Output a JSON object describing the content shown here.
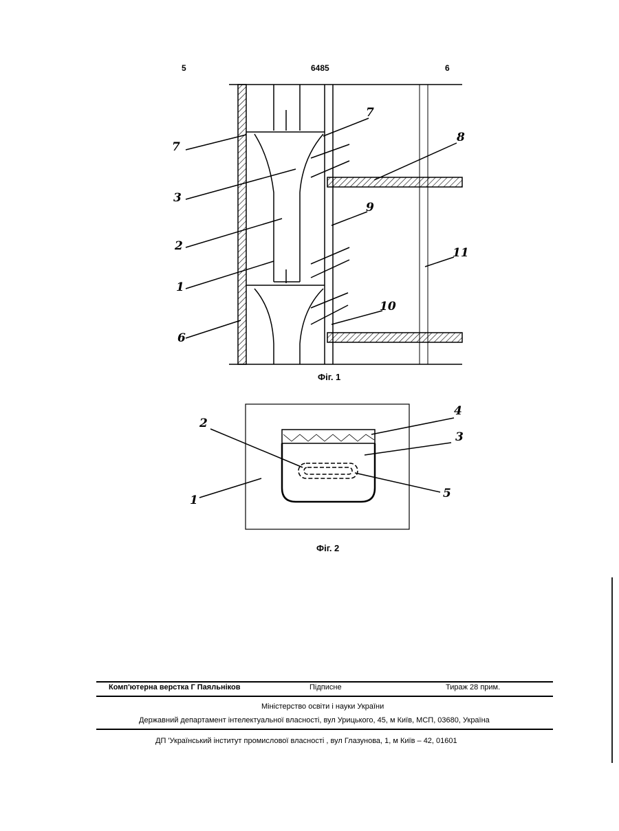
{
  "header": {
    "left_page": "5",
    "patent_number": "6485",
    "right_page": "6"
  },
  "fig1": {
    "caption": "Фіг. 1",
    "labels": [
      "7",
      "3",
      "2",
      "1",
      "6",
      "7",
      "8",
      "9",
      "11",
      "10"
    ]
  },
  "fig2": {
    "caption": "Фіг. 2",
    "labels": [
      "2",
      "4",
      "3",
      "1",
      "5"
    ]
  },
  "imprint": {
    "typesetting": "Комп'ютерна верстка Г  Паяльніков",
    "signed": "Підписне",
    "circulation": "Тираж 28 прим.",
    "ministry": "Міністерство освіти і науки України",
    "department": "Державний департамент інтелектуальної власності, вул  Урицького, 45, м  Київ, МСП, 03680, Україна",
    "institute": "ДП 'Український інститут промислової власності , вул  Глазунова, 1, м  Київ – 42, 01601"
  }
}
